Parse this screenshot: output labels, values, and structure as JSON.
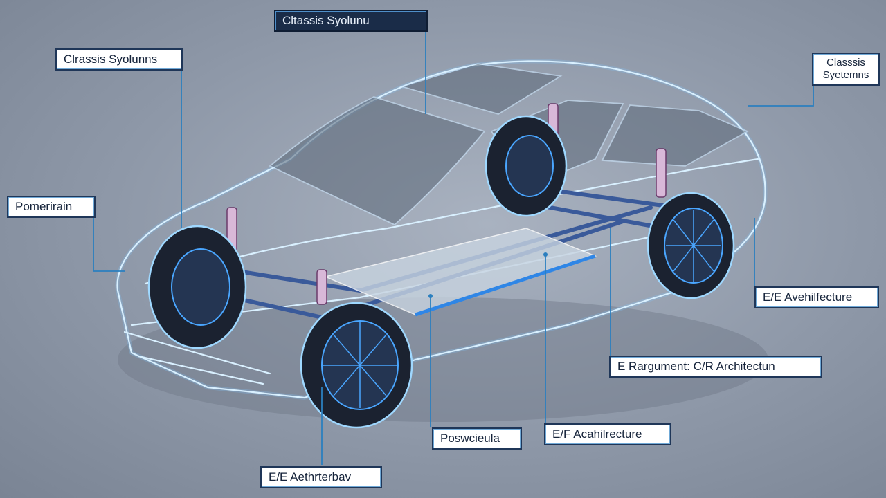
{
  "labels": {
    "top_center": "Cltassis Syolunu",
    "top_left": "Clrassis Syolunns",
    "top_right_line1": "Classsis",
    "top_right_line2": "Syetemns",
    "left_mid": "Pomerirain",
    "right_mid": "E/E Avehilfecture",
    "right_lower": "E Rargument: C/R Architectun",
    "bottom_center": "Poswcieula",
    "bottom_right": "E/F Acahilrecture",
    "bottom_left": "E/E Aethrterbav"
  },
  "colors": {
    "leader_line": "#2b7fbf",
    "label_border": "#1f3658",
    "label_dark_bg": "#1a2c48",
    "background": "#8e98a8"
  }
}
